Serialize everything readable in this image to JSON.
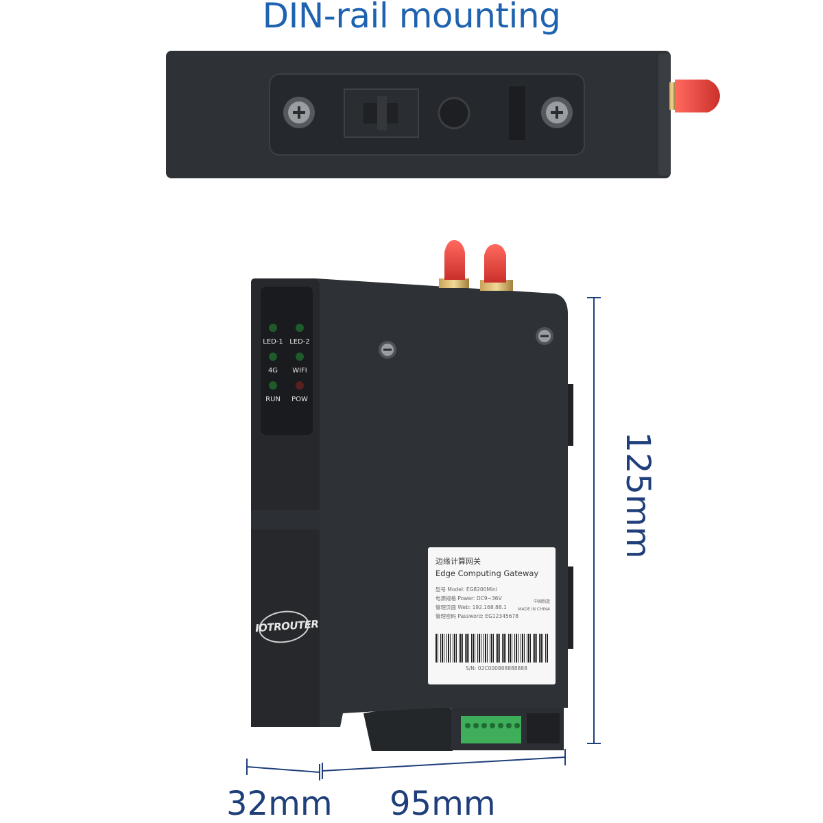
{
  "title": "DIN-rail mounting",
  "dimensions": {
    "width": "95mm",
    "depth": "32mm",
    "height": "125mm"
  },
  "leds": [
    {
      "label": "LED-1",
      "color": "#1f5a2a"
    },
    {
      "label": "LED-2",
      "color": "#1f5a2a"
    },
    {
      "label": "4G",
      "color": "#1f5a2a"
    },
    {
      "label": "WIFI",
      "color": "#1f5a2a"
    },
    {
      "label": "RUN",
      "color": "#1f5a2a"
    },
    {
      "label": "POW",
      "color": "#5a1f1f"
    }
  ],
  "brand": "IOTROUTER",
  "product_label": {
    "title_cn": "边缘计算网关",
    "title_en": "Edge Computing Gateway",
    "model": "型号 Model:  EG8200Mini",
    "power": "电源规格 Power:  DC9~36V",
    "web": "管理页面 Web:  192.168.88.1",
    "password": "管理密码 Password:  EG12345678",
    "origin_cn": "中国制造",
    "origin_en": "MADE IN CHINA",
    "serial": "S/N:  02C000888888888"
  },
  "colors": {
    "accent": "#1f63b0",
    "device": "#2e3135",
    "antenna": "#e8403a"
  }
}
